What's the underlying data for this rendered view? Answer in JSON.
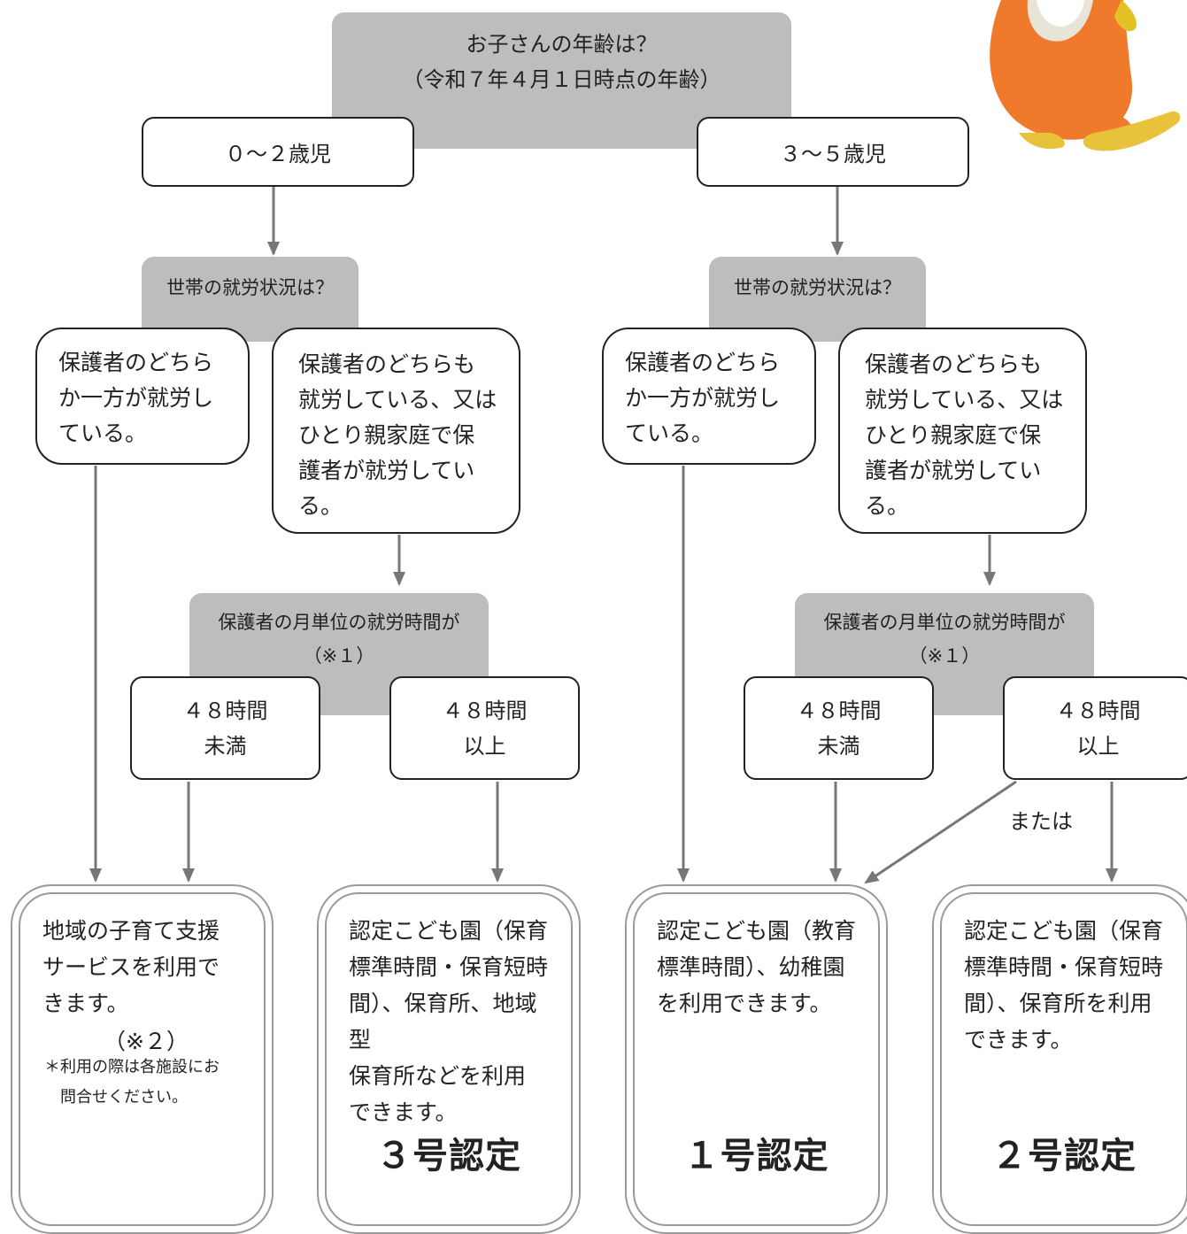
{
  "question": {
    "line1": "お子さんの年齢は？",
    "line2": "（令和７年４月１日時点の年齢）"
  },
  "ages": {
    "young": "０～２歳児",
    "old": "３～５歳児"
  },
  "left_branch": {
    "work_question": "世帯の就労状況は？",
    "one_parent": "保護者のどちら\nか一方が就労し\nている。",
    "both_parents": "保護者のどちらも\n就労している、又は\nひとり親家庭で保\n護者が就労してい\nる。",
    "hours_question": "保護者の月単位の就労時間が\n（※１）",
    "under": "４８時間\n未満",
    "over": "４８時間\n以上"
  },
  "right_branch": {
    "work_question": "世帯の就労状況は？",
    "one_parent": "保護者のどちら\nか一方が就労し\nている。",
    "both_parents": "保護者のどちらも\n就労している、又は\nひとり親家庭で保\n護者が就労してい\nる。",
    "hours_question": "保護者の月単位の就労時間が\n（※１）",
    "under": "４８時間\n未満",
    "over": "４８時間\n以上",
    "or_label": "または"
  },
  "results": {
    "community": {
      "text": "地域の子育て支援\nサービスを利用で\nきます。",
      "note_ref": "（※２）",
      "note": "＊利用の際は各施設にお\n　問合せください。"
    },
    "nursery_young": {
      "text": "認定こども園（保育\n標準時間・保育短時\n間）、保育所、地域型\n保育所などを利用\nできます。",
      "certification": "３号認定"
    },
    "education": {
      "text": "認定こども園（教育\n標準時間）、幼稚園\nを利用できます。",
      "certification": "１号認定"
    },
    "nursery_old": {
      "text": "認定こども園（保育\n標準時間・保育短時\n間）、保育所を利用\nできます。",
      "certification": "２号認定"
    }
  },
  "colors": {
    "panel_gray": "#bdbdbd",
    "line_gray": "#777777",
    "mascot_orange": "#f07a2c"
  },
  "mascot_icon": "orange-mascot-character"
}
